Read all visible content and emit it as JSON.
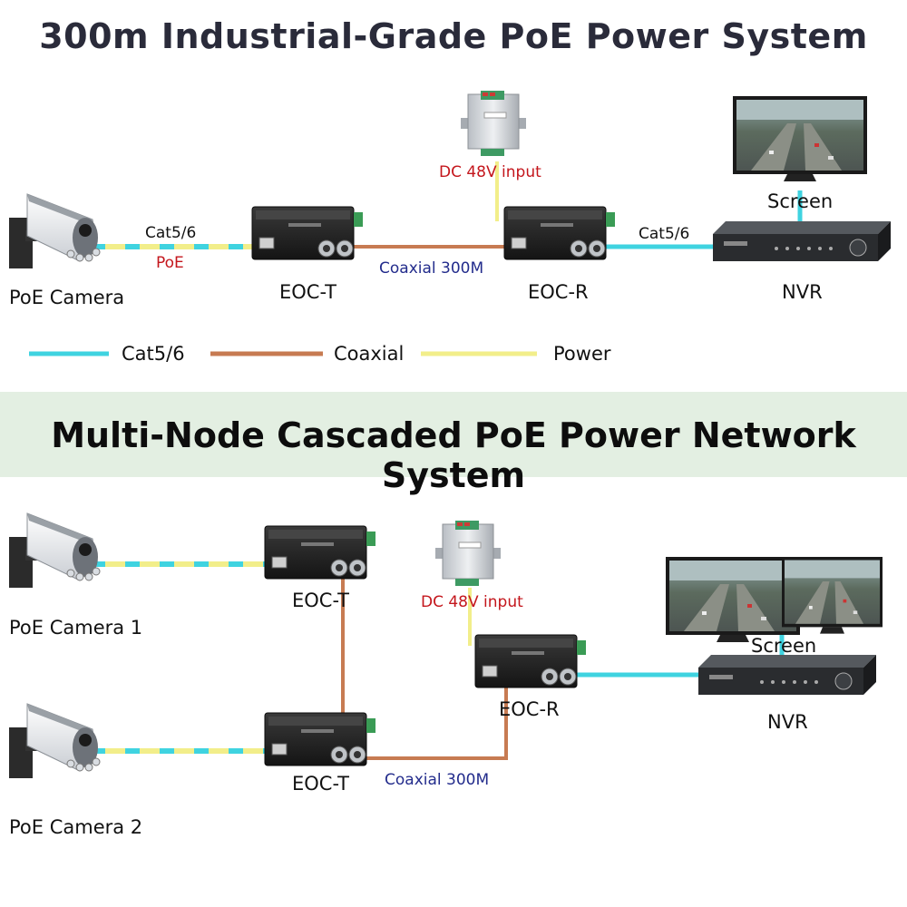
{
  "top": {
    "title": "300m Industrial-Grade PoE Power System",
    "camera_label": "PoE Camera",
    "cable_label": "Cat5/6",
    "poe_label": "PoE",
    "eoc_t_label": "EOC-T",
    "eoc_r_label": "EOC-R",
    "coax_label": "Coaxial 300M",
    "dc_label": "DC 48V input",
    "cable_label_right": "Cat5/6",
    "screen_label": "Screen",
    "nvr_label": "NVR"
  },
  "legend": {
    "cat": "Cat5/6",
    "coax": "Coaxial",
    "power": "Power"
  },
  "bottom": {
    "title": "Multi-Node Cascaded PoE Power Network System",
    "camera1_label": "PoE Camera 1",
    "camera2_label": "PoE Camera 2",
    "eoc_t1_label": "EOC-T",
    "eoc_t2_label": "EOC-T",
    "eoc_r_label": "EOC-R",
    "dc_label": "DC 48V input",
    "coax_label": "Coaxial 300M",
    "screen_label": "Screen",
    "nvr_label": "NVR"
  },
  "colors": {
    "cat": "#3fd3e0",
    "coax": "#c77b52",
    "power": "#f2ee8a",
    "dc_red": "#c4161c",
    "coax_blue": "#232c8c"
  }
}
